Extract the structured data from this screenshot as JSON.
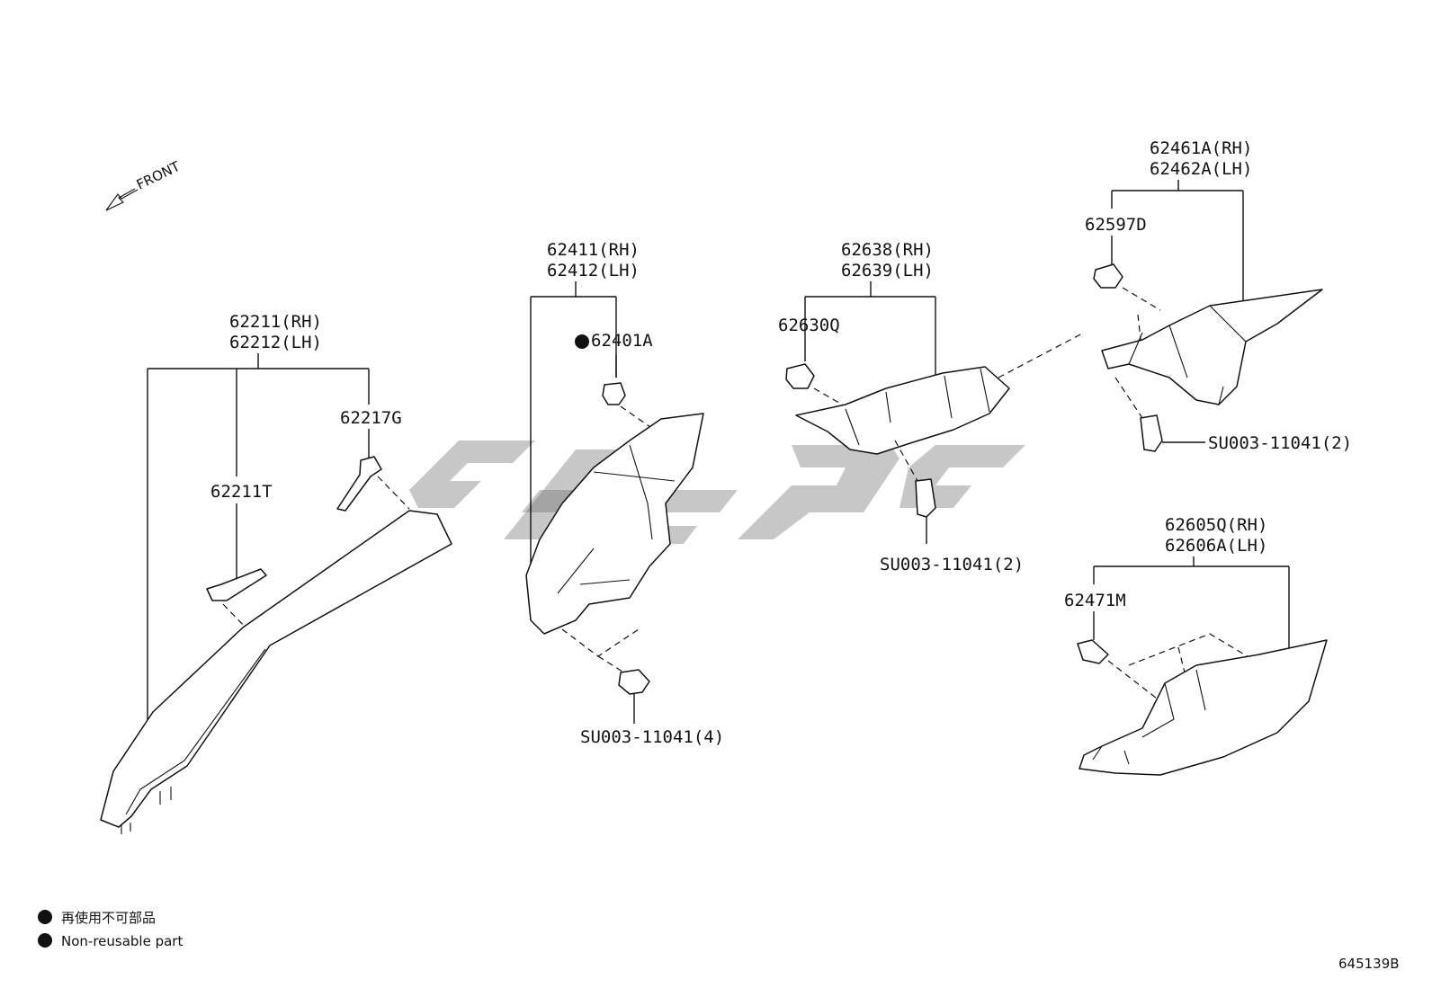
{
  "front_label": "FRONT",
  "callouts": {
    "p62211": "62211(RH)",
    "p62212": "62212(LH)",
    "p62217G": "62217G",
    "p62211T": "62211T",
    "p62411": "62411(RH)",
    "p62412": "62412(LH)",
    "p62401A": "62401A",
    "su_4": "SU003-11041(4)",
    "p62638": "62638(RH)",
    "p62639": "62639(LH)",
    "p62630Q": "62630Q",
    "su_2a": "SU003-11041(2)",
    "p62461A": "62461A(RH)",
    "p62462A": "62462A(LH)",
    "p62597D": "62597D",
    "su_2b": "SU003-11041(2)",
    "p62605Q": "62605Q(RH)",
    "p62606A": "62606A(LH)",
    "p62471M": "62471M"
  },
  "legend": {
    "jp": "再使用不可部品",
    "en": "Non-reusable part"
  },
  "diagram_id": "645139B"
}
